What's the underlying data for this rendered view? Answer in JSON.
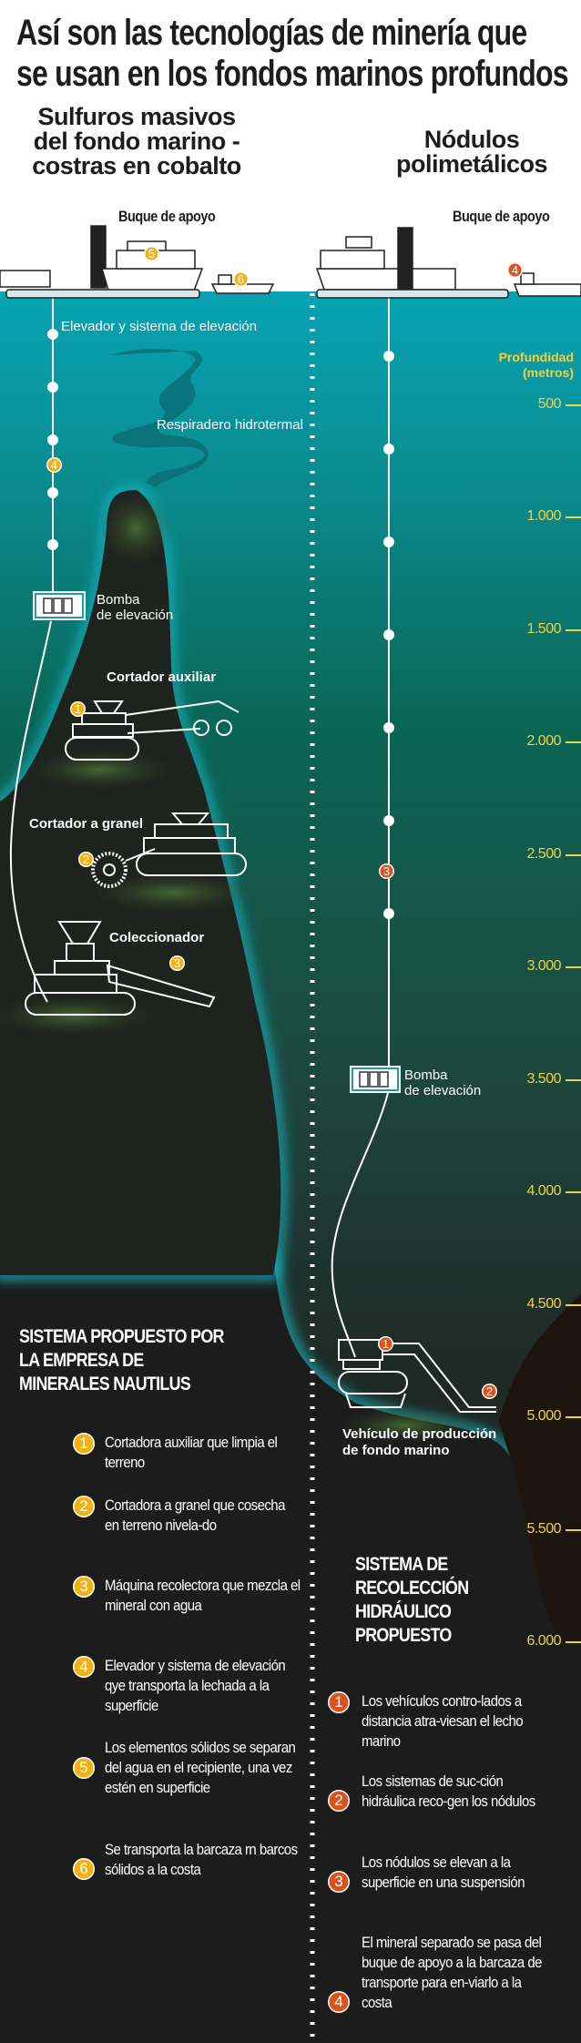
{
  "title": [
    "Así son las tecnologías de minería que",
    "se usan en los fondos marinos profundos"
  ],
  "colors": {
    "yellow_badge": "#f2b20f",
    "orange_badge": "#d9531e",
    "depth_axis": "#e8d44d",
    "water_top": "#07a3b2",
    "background": "#1c1c1c"
  },
  "left": {
    "subtitle": [
      "Sulfuros masivos",
      "del fondo marino -",
      "costras en cobalto"
    ],
    "ship_label": "Buque de apoyo",
    "riser_label": "Elevador y sistema de elevación",
    "vent_label": "Respiradero hidrotermal",
    "pump_label": [
      "Bomba",
      "de elevación"
    ],
    "machines": [
      "Cortador auxiliar",
      "Cortador a granel",
      "Coleccionador"
    ],
    "heading": [
      "SISTEMA PROPUESTO POR",
      "LA EMPRESA DE",
      "MINERALES NAUTILUS"
    ],
    "items": [
      {
        "n": "1",
        "text": "Cortadora auxiliar que limpia el terreno"
      },
      {
        "n": "2",
        "text": "Cortadora a granel que cosecha en terreno nivela-do"
      },
      {
        "n": "3",
        "text": "Máquina recolectora que mezcla el mineral con agua"
      },
      {
        "n": "4",
        "text": "Elevador y sistema de elevación qye transporta la lechada a la superficie"
      },
      {
        "n": "5",
        "text": "Los elementos sólidos se separan del agua en el recipiente, una vez estén en superficie"
      },
      {
        "n": "6",
        "text": "Se transporta la barcaza rn barcos sólidos a la costa"
      }
    ]
  },
  "right": {
    "subtitle": [
      "Nódulos",
      "polimetálicos"
    ],
    "ship_label": "Buque de apoyo",
    "pump_label": [
      "Bomba",
      "de elevación"
    ],
    "vehicle_label": [
      "Vehículo de producción",
      "de fondo marino"
    ],
    "heading": [
      "SISTEMA DE",
      "RECOLECCIÓN",
      "HIDRÁULICO",
      "PROPUESTO"
    ],
    "items": [
      {
        "n": "1",
        "text": "Los vehículos contro-lados a distancia atra-viesan el lecho marino"
      },
      {
        "n": "2",
        "text": "Los sistemas de suc-ción hidráulica reco-gen los nódulos"
      },
      {
        "n": "3",
        "text": "Los nódulos se elevan a la superficie en una suspensión"
      },
      {
        "n": "4",
        "text": "El mineral separado se pasa del buque de apoyo a la barcaza de transporte para en-viarlo a la costa"
      }
    ]
  },
  "depth_axis": {
    "title": [
      "Profundidad",
      "(metros)"
    ],
    "ticks": [
      {
        "value": 500,
        "label": "500"
      },
      {
        "value": 1000,
        "label": "1.000"
      },
      {
        "value": 1500,
        "label": "1.500"
      },
      {
        "value": 2000,
        "label": "2.000"
      },
      {
        "value": 2500,
        "label": "2.500"
      },
      {
        "value": 3000,
        "label": "3.000"
      },
      {
        "value": 3500,
        "label": "3.500"
      },
      {
        "value": 4000,
        "label": "4.000"
      },
      {
        "value": 4500,
        "label": "4.500"
      },
      {
        "value": 5000,
        "label": "5.000"
      },
      {
        "value": 5500,
        "label": "5.500"
      },
      {
        "value": 6000,
        "label": "6.000"
      }
    ]
  }
}
